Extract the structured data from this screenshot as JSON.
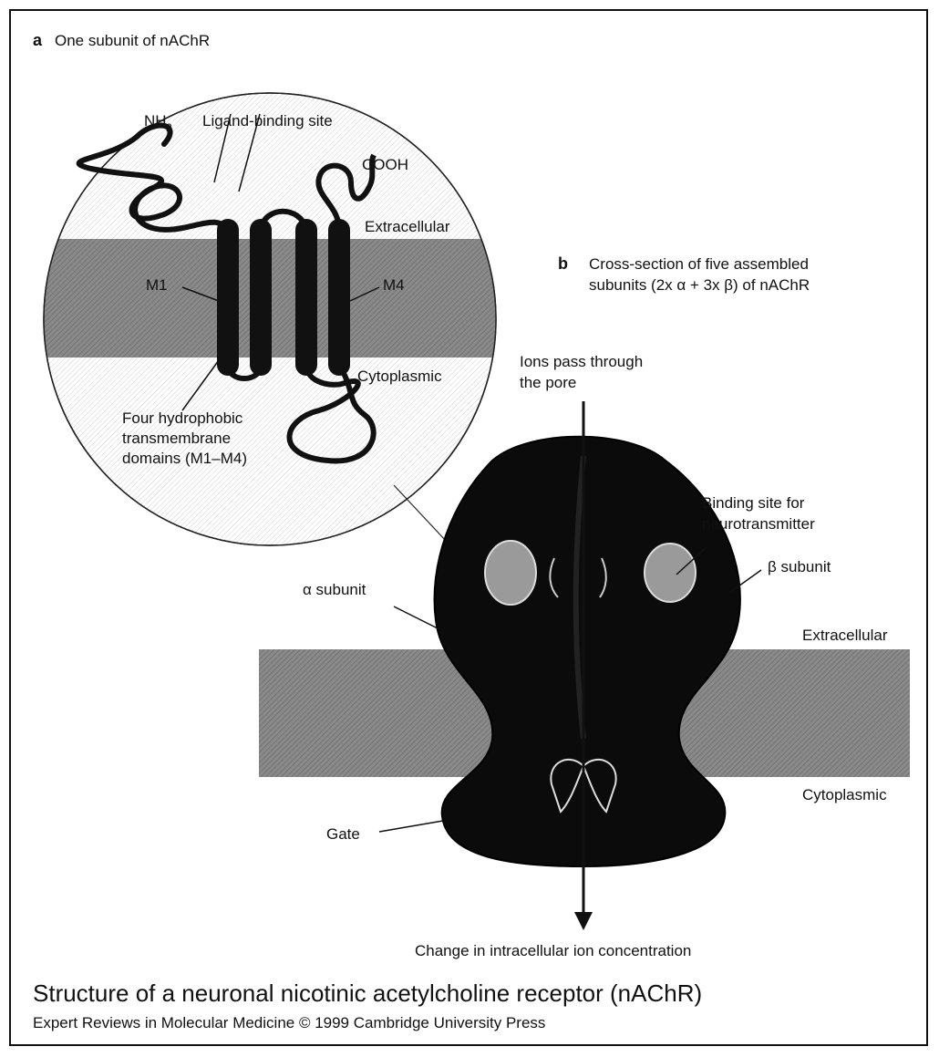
{
  "panel_a": {
    "letter": "a",
    "title": "One subunit of nAChR",
    "labels": {
      "nh2": "NH",
      "nh2_sub": "2",
      "ligand": "Ligand-binding site",
      "cooh": "COOH",
      "extracellular": "Extracellular",
      "cytoplasmic": "Cytoplasmic",
      "m1": "M1",
      "m4": "M4",
      "domains": [
        "Four hydrophobic",
        "transmembrane",
        "domains (M1–M4)"
      ]
    }
  },
  "panel_b": {
    "letter": "b",
    "title": [
      "Cross-section of five assembled",
      "subunits (2x α + 3x β) of nAChR"
    ],
    "labels": {
      "ions": [
        "Ions pass through",
        "the pore"
      ],
      "binding": [
        "Binding site for",
        "neurotransmitter"
      ],
      "alpha": "α subunit",
      "beta": "β subunit",
      "extracellular": "Extracellular",
      "cytoplasmic": "Cytoplasmic",
      "gate": "Gate",
      "change": "Change in intracellular ion concentration"
    }
  },
  "caption": {
    "title": "Structure of a neuronal nicotinic acetylcholine receptor (nAChR)",
    "credit": "Expert Reviews in Molecular Medicine © 1999 Cambridge University Press"
  }
}
